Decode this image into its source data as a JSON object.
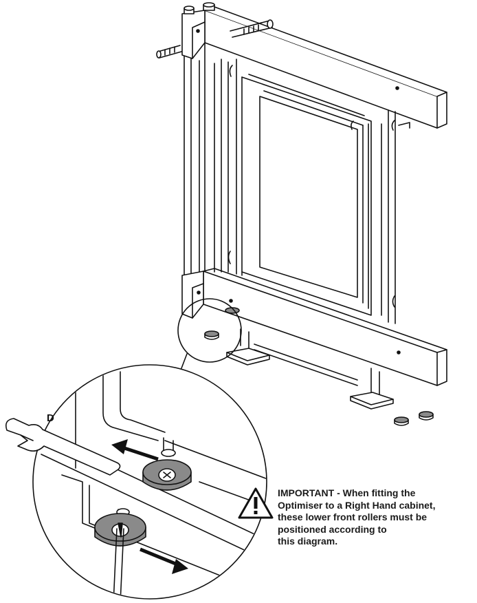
{
  "callout_label": "D",
  "warning": {
    "icon": "warning-triangle-icon",
    "lines": [
      "IMPORTANT - When fitting the",
      "Optimiser to a Right Hand cabinet,",
      "these lower front rollers must be",
      "positioned according to",
      "this diagram."
    ]
  },
  "colors": {
    "line": "#111111",
    "roller_fill": "#8a8a8a",
    "roller_hub": "#ffffff",
    "arrow": "#111111"
  }
}
